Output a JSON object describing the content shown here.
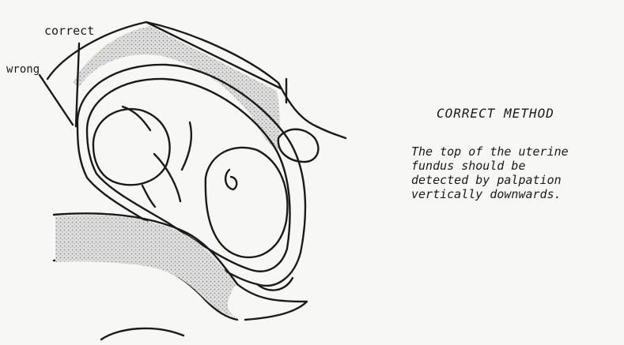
{
  "labels": {
    "correct": "correct",
    "wrong": "wrong"
  },
  "text": {
    "title": "CORRECT METHOD",
    "lines": [
      "The top of the uterine",
      "fundus should be",
      "detected by palpation",
      "vertically downwards."
    ]
  },
  "colors": {
    "ink": "#1a1a1a",
    "paper": "#f7f7f5",
    "stipple": "#c8c8c8"
  }
}
